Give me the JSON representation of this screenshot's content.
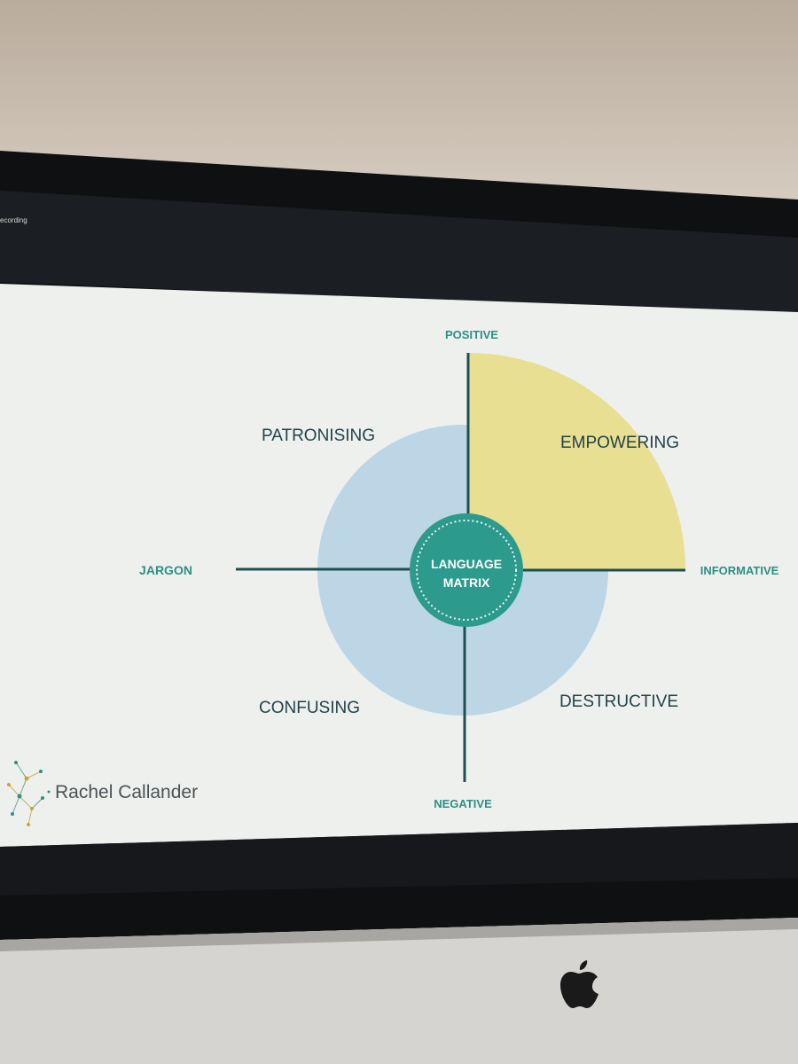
{
  "bezel": {
    "recording_label": "ecording"
  },
  "slide": {
    "axes": {
      "top": "POSITIVE",
      "bottom": "NEGATIVE",
      "left": "JARGON",
      "right": "INFORMATIVE"
    },
    "quadrants": {
      "top_left": "PATRONISING",
      "top_right": "EMPOWERING",
      "bottom_left": "CONFUSING",
      "bottom_right": "DESTRUCTIVE"
    },
    "center_badge": {
      "line1": "LANGUAGE",
      "line2": "MATRIX"
    },
    "brand": {
      "name": "Rachel Callander"
    }
  },
  "colors": {
    "axis_label": "#2e8f83",
    "axis_line": "#1f4f52",
    "quadrant_text": "#23424a",
    "circle_fill": "#bcd6e6",
    "highlight_fill": "#e8df92",
    "badge_fill": "#2c9a8d"
  },
  "icons": {
    "apple_logo": "apple-logo-icon",
    "brand_logo": "network-dots-logo-icon"
  }
}
